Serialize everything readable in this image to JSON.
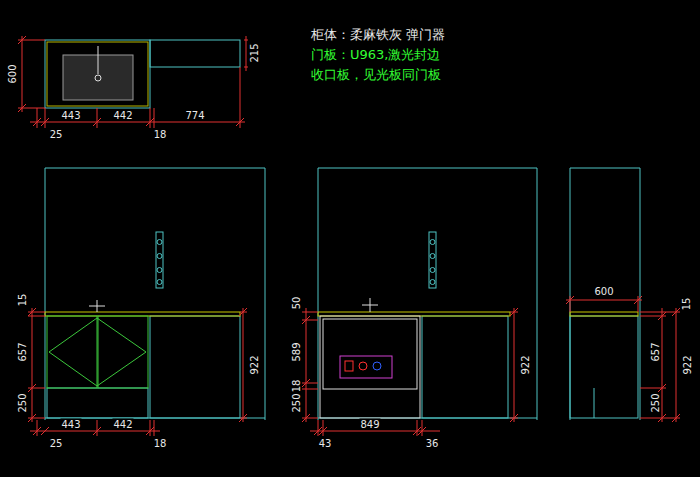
{
  "diagram": {
    "labels": [
      "柜体：柔麻铁灰 弹门器",
      "门板：U963,激光封边",
      "收口板，见光板同门板",
      "600",
      "215",
      "25",
      "443",
      "442",
      "18",
      "774",
      "15",
      "657",
      "250",
      "922",
      "25",
      "443",
      "442",
      "18",
      "50",
      "589",
      "18",
      "250",
      "922",
      "43",
      "849",
      "36",
      "600",
      "15",
      "657",
      "250",
      "922"
    ]
  }
}
